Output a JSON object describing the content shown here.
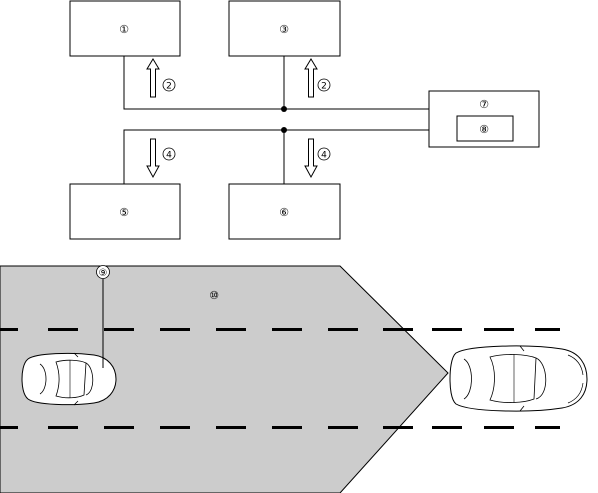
{
  "diagram": {
    "labels": {
      "box1": "①",
      "box3": "③",
      "box5": "⑤",
      "box6": "⑥",
      "box7": "⑦",
      "box8": "⑧",
      "arrow2_left": "2",
      "arrow2_right": "2",
      "arrow4_left": "4",
      "arrow4_right": "4",
      "callout9": "⑨",
      "area10": "⑩"
    },
    "colors": {
      "line": "#000000",
      "box_fill": "#ffffff",
      "detection_area": "#cccccc",
      "background": "#ffffff"
    },
    "icons": [
      "up-arrow-icon",
      "down-arrow-icon",
      "car-icon"
    ]
  }
}
